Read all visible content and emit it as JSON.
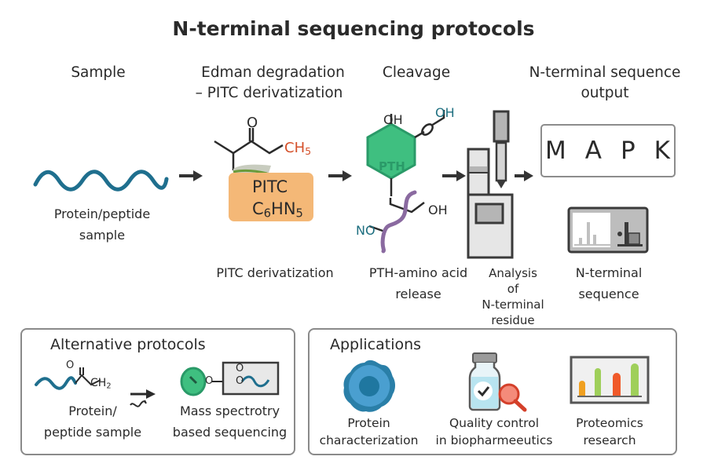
{
  "title": "N-terminal sequencing protocols",
  "colors": {
    "text": "#2a2a2a",
    "peptide_blue": "#1f6f8e",
    "pitc_orange": "#f4b877",
    "ch_red": "#d4502a",
    "pth_green": "#3fbf80",
    "teal_text": "#1e6f80",
    "purple": "#8a6aa0",
    "panel_border": "#8a8a8a",
    "instrument_gray": "#cfcfcf"
  },
  "steps": [
    {
      "header": "Sample",
      "caption": [
        "Protein/peptide",
        "sample"
      ],
      "icon": "wavy-peptide-icon"
    },
    {
      "header": [
        "Edman degradation",
        "– PITC derivatization"
      ],
      "caption": [
        "PITC derivatization"
      ],
      "icon": "pitc-molecule-icon",
      "chem": {
        "o": "O",
        "ch": "CH",
        "ch_sub": "5",
        "box_line1": "PITC",
        "box_line2_a": "C",
        "box_line2_sub_a": "6",
        "box_line2_b": "HN",
        "box_line2_sub_b": "5"
      }
    },
    {
      "header": "Cleavage",
      "caption": [
        "PTH-amino acid",
        "release"
      ],
      "icon": "pth-hexagon-icon",
      "chem": {
        "hex_label": "PTH",
        "oh_top": "OH",
        "oh_right_top": "OH",
        "o_link": "O",
        "oh_bottom": "OH",
        "no": "NO"
      }
    },
    {
      "header": "",
      "caption": [
        "Analysis",
        "of",
        "N-terminal",
        "residue"
      ],
      "icon": "analyzer-instrument-icon"
    },
    {
      "header": [
        "N-terminal sequence",
        "output"
      ],
      "caption": [
        "N-terminal",
        "sequence"
      ],
      "icon": "sequence-display-icon",
      "sequence": [
        "M",
        "A",
        "P",
        "K"
      ]
    }
  ],
  "alternative": {
    "title": "Alternative protocols",
    "left_caption": [
      "Protein/",
      "peptide sample"
    ],
    "right_caption": [
      "Mass spectrotry",
      "based sequencing"
    ],
    "chem": {
      "o": "O",
      "ch": "CH",
      "ch_sub": "2",
      "o_link": "O",
      "o_box_top": "O",
      "o_box": "O"
    }
  },
  "applications": {
    "title": "Applications",
    "items": [
      {
        "caption": [
          "Protein",
          "characterization"
        ],
        "icon": "protein-cell-icon"
      },
      {
        "caption": [
          "Quality control",
          "in biopharmeeutics"
        ],
        "icon": "vial-magnifier-icon"
      },
      {
        "caption": [
          "Proteomics",
          "research"
        ],
        "icon": "bar-chart-icon"
      }
    ]
  }
}
